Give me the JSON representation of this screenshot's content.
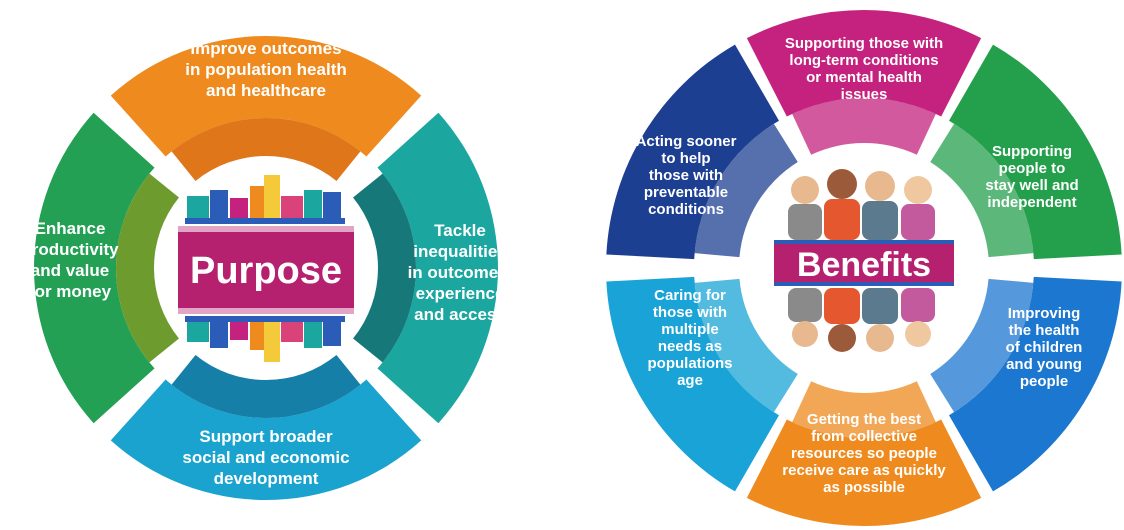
{
  "purpose": {
    "title": "Purpose",
    "segments": [
      {
        "id": "top",
        "lines": [
          "Improve outcomes",
          "in population health",
          "and healthcare"
        ],
        "color": "#EE8A1E"
      },
      {
        "id": "right",
        "lines": [
          "Tackle",
          "inequalities",
          "in outcomes,",
          "experience",
          "and access"
        ],
        "color": "#1BA6A0"
      },
      {
        "id": "bottom",
        "lines": [
          "Support broader",
          "social and economic",
          "development"
        ],
        "color": "#1AA3CE"
      },
      {
        "id": "left",
        "lines": [
          "Enhance",
          "productivity",
          "and value",
          "for money"
        ],
        "color": "#23A054"
      }
    ]
  },
  "benefits": {
    "title": "Benefits",
    "segments": [
      {
        "id": "top",
        "lines": [
          "Supporting those with",
          "long-term conditions",
          "or mental health",
          "issues"
        ],
        "color": "#C4227E"
      },
      {
        "id": "top-right",
        "lines": [
          "Supporting",
          "people to",
          "stay well and",
          "independent"
        ],
        "color": "#24A04D"
      },
      {
        "id": "bottom-right",
        "lines": [
          "Improving",
          "the health",
          "of children",
          "and young",
          "people"
        ],
        "color": "#1C77D0"
      },
      {
        "id": "bottom",
        "lines": [
          "Getting the best",
          "from collective",
          "resources so people",
          "receive care as quickly",
          "as possible"
        ],
        "color": "#EE8A1E"
      },
      {
        "id": "bottom-left",
        "lines": [
          "Caring for",
          "those with",
          "multiple",
          "needs as",
          "populations",
          "age"
        ],
        "color": "#1AA3D6"
      },
      {
        "id": "top-left",
        "lines": [
          "Acting sooner",
          "to help",
          "those with",
          "preventable",
          "conditions"
        ],
        "color": "#1D3F92"
      }
    ]
  },
  "colors": {
    "banner": "#B5206F",
    "banner_stripe": "#2B5DB8",
    "inner_ring_green": "#6E9B2E",
    "inner_ring_teal": "#17787A",
    "inner_ring_orange": "#E0761A",
    "inner_ring_blue": "#157FA8"
  }
}
